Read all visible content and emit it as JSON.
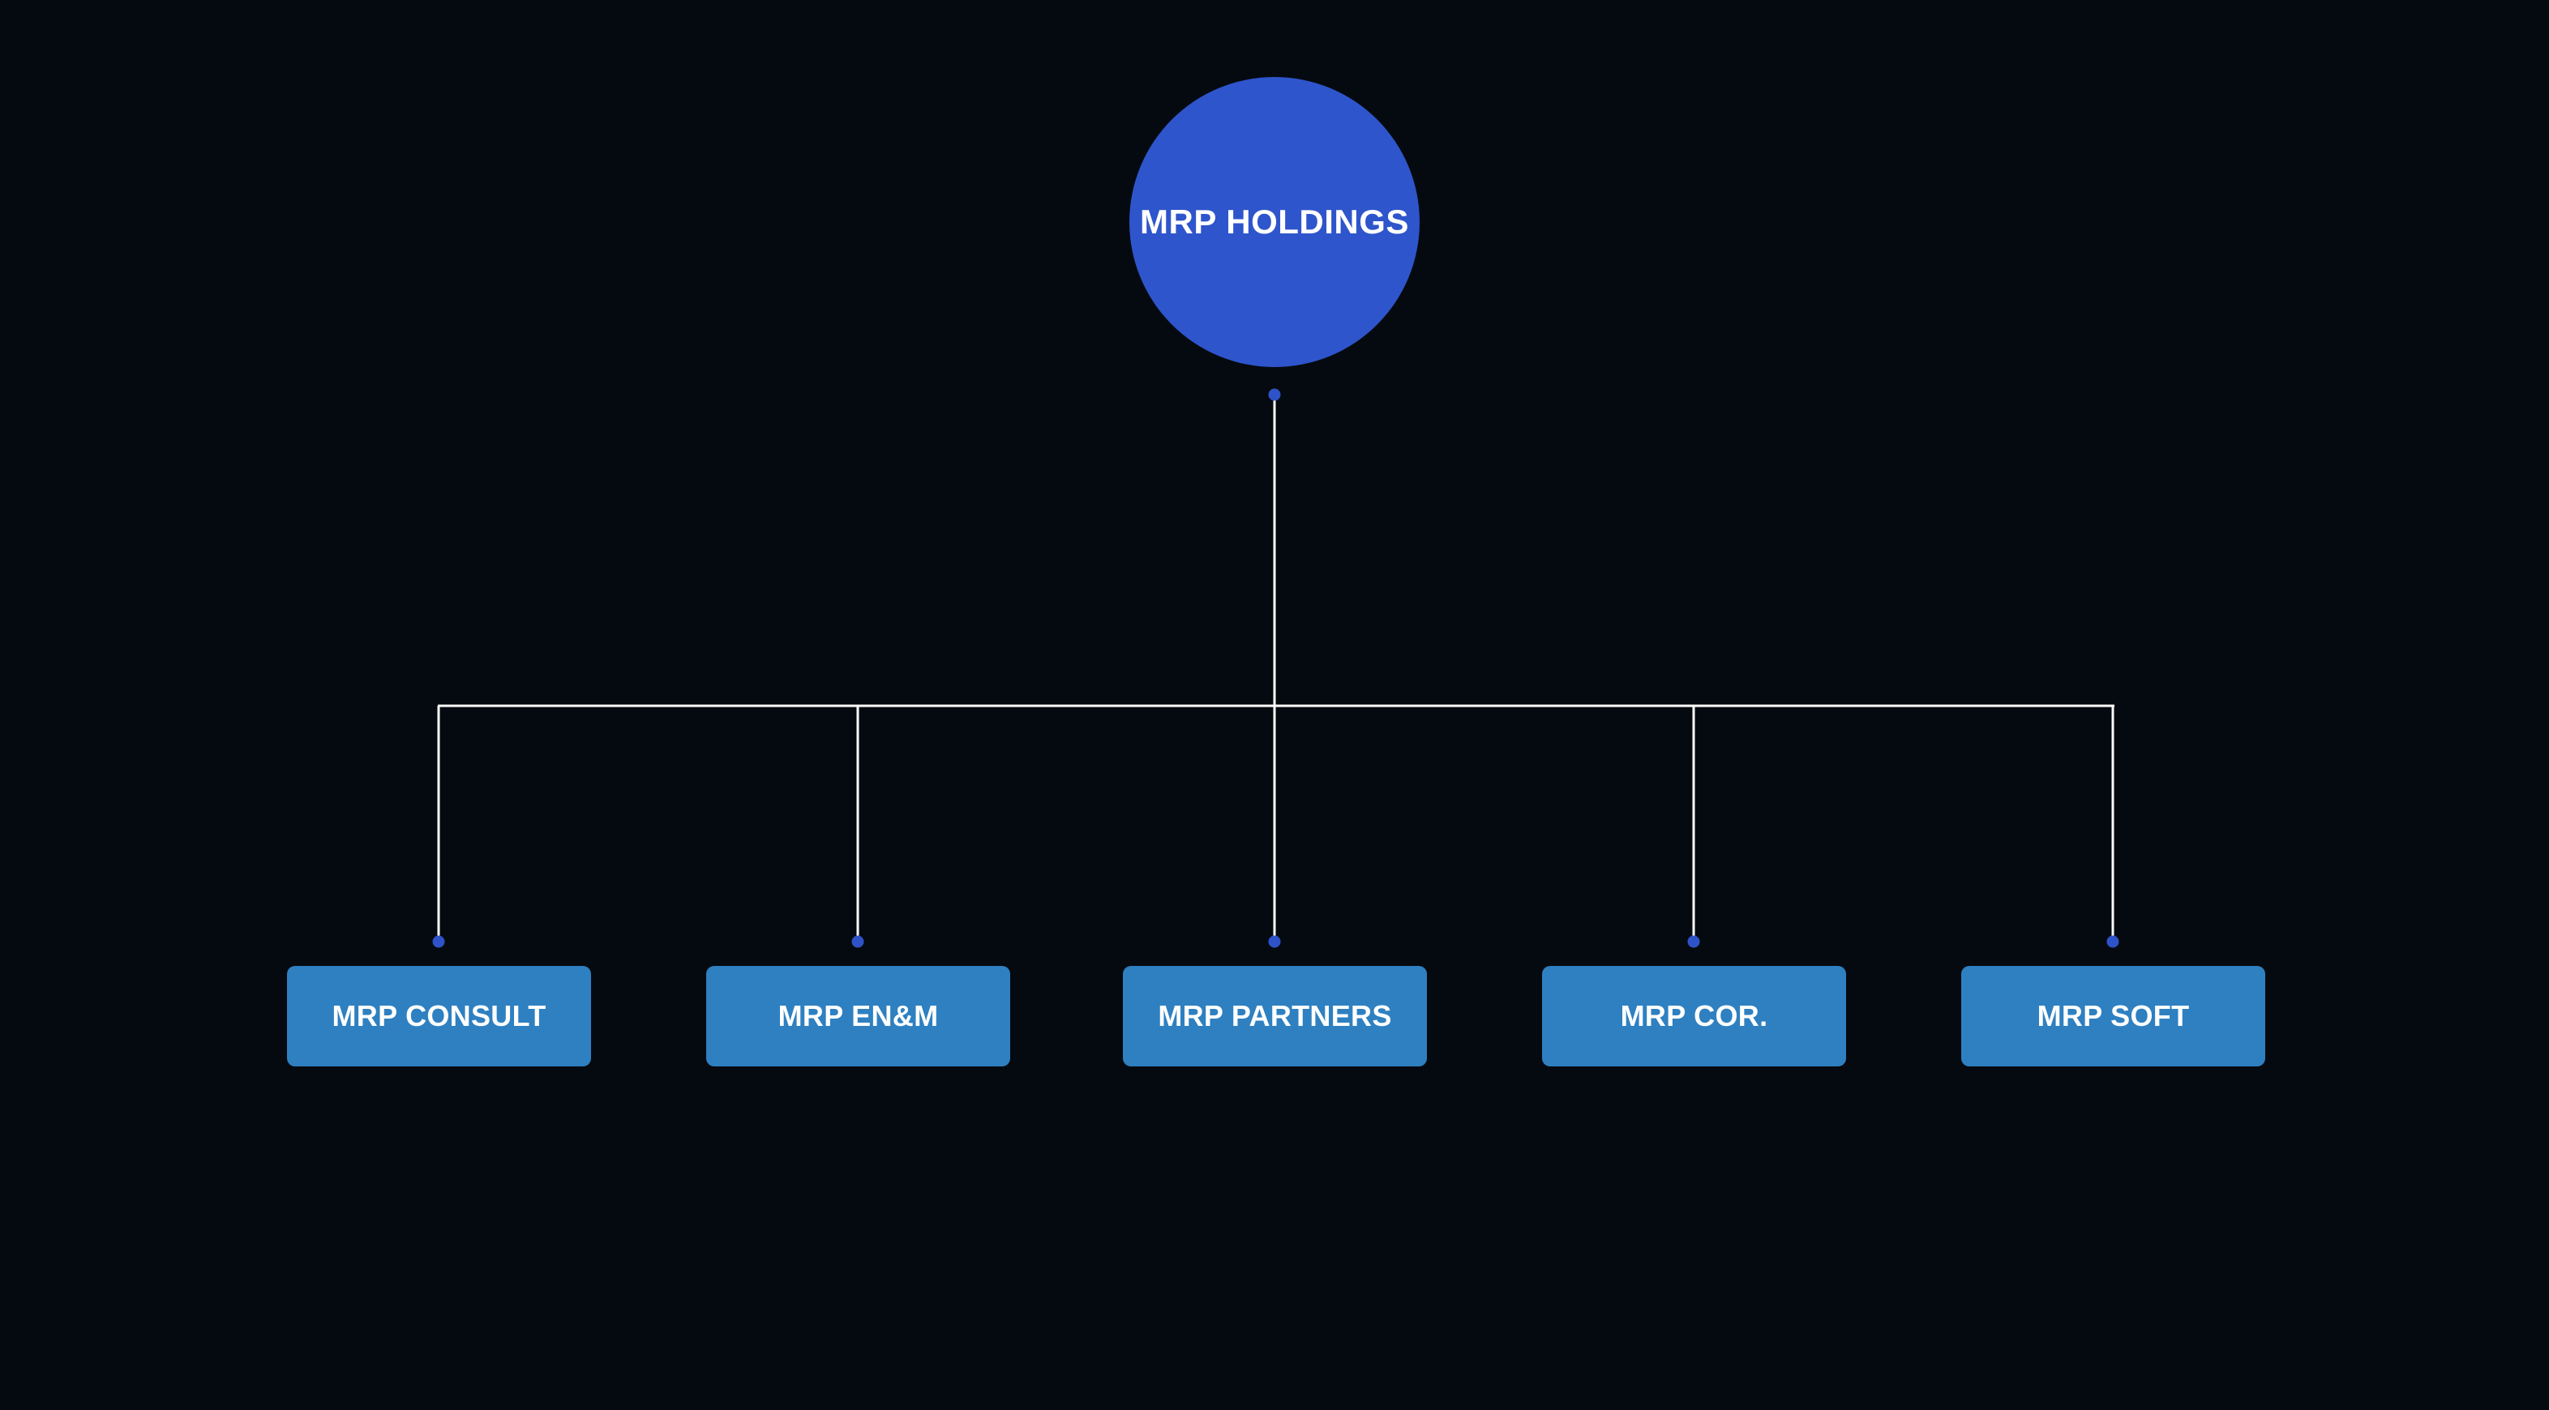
{
  "diagram": {
    "root": {
      "label": "MRP HOLDINGS"
    },
    "children": [
      {
        "label": "MRP CONSULT"
      },
      {
        "label": "MRP EN&M"
      },
      {
        "label": "MRP PARTNERS"
      },
      {
        "label": "MRP COR."
      },
      {
        "label": "MRP SOFT"
      }
    ],
    "colors": {
      "background": "#050a10",
      "root_fill": "#2e55cb",
      "child_fill": "#2e80c1",
      "connector": "#fdfdfa",
      "dot": "#2e53c8",
      "text": "#ffffff"
    }
  }
}
